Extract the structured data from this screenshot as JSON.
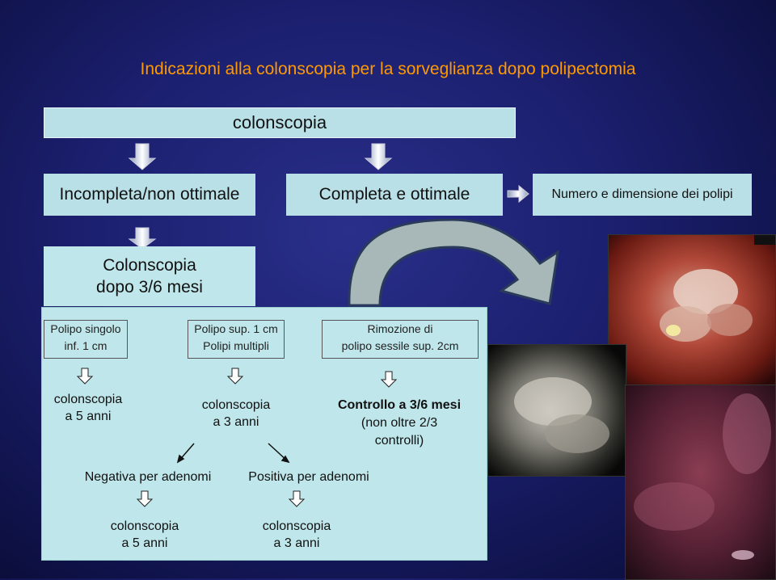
{
  "title": "Indicazioni alla colonscopia per la sorveglianza dopo polipectomia",
  "top_box": "colonscopia",
  "incomplete": "Incompleta/non ottimale",
  "complete": "Completa e ottimale",
  "numero": "Numero e dimensione dei polipi",
  "dopo": {
    "line1": "Colonscopia",
    "line2": "dopo 3/6 mesi"
  },
  "polipo_singolo": {
    "line1": "Polipo singolo",
    "line2": "inf. 1 cm"
  },
  "polipo_sup": {
    "line1": "Polipo sup. 1 cm",
    "line2": "Polipi multipli"
  },
  "rimozione": {
    "line1": "Rimozione di",
    "line2": "polipo sessile sup. 2cm"
  },
  "result_5anni": {
    "line1": "colonscopia",
    "line2": "a 5 anni"
  },
  "result_3anni": {
    "line1": "colonscopia",
    "line2": "a 3 anni"
  },
  "controllo": {
    "line1": "Controllo a 3/6 mesi",
    "line2": "(non oltre 2/3",
    "line3": "controlli)"
  },
  "negativa": "Negativa per adenomi",
  "positiva": "Positiva per adenomi",
  "final_5anni": {
    "line1": "colonscopia",
    "line2": "a 5 anni"
  },
  "final_3anni": {
    "line1": "colonscopia",
    "line2": "a 3 anni"
  },
  "colors": {
    "box": "#b9e0e6",
    "title": "#ff9900",
    "background": "#1b1f6e"
  }
}
